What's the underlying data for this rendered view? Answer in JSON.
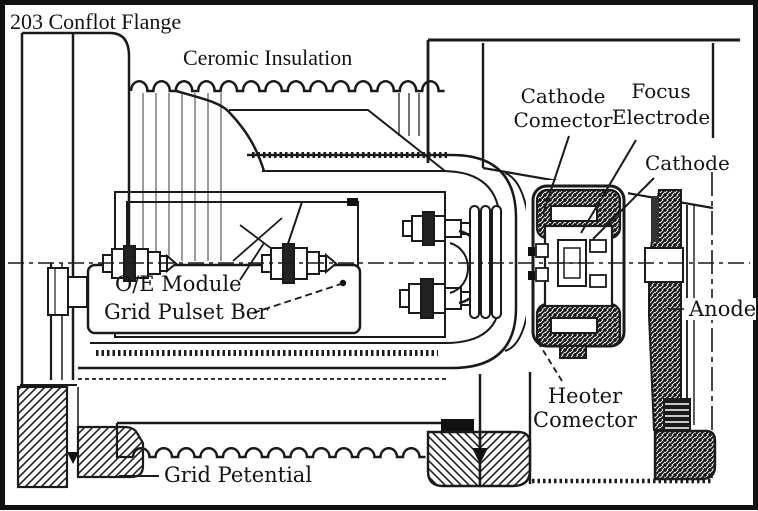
{
  "figure": {
    "type": "engineering-cross-section-diagram",
    "subject": "electron gun / vacuum tube assembly cutaway",
    "ink_color": "#1a1a1a",
    "paper_color": "#ffffff",
    "labels": {
      "conflat": "203 Conflot Flange",
      "ceramic": "Ceromic Insulation",
      "cathode_conn1": "Cathode",
      "cathode_conn2": "Comector",
      "focus1": "Focus",
      "focus2": "Electrode",
      "cathode": "Cathode",
      "oe_module": "O/E Module",
      "grid_pulse": "Grid Pulset Ber",
      "heater1": "Heoter",
      "heater2": "Comector",
      "anode": "Anode",
      "grid_potential": "Grid Petential"
    }
  }
}
